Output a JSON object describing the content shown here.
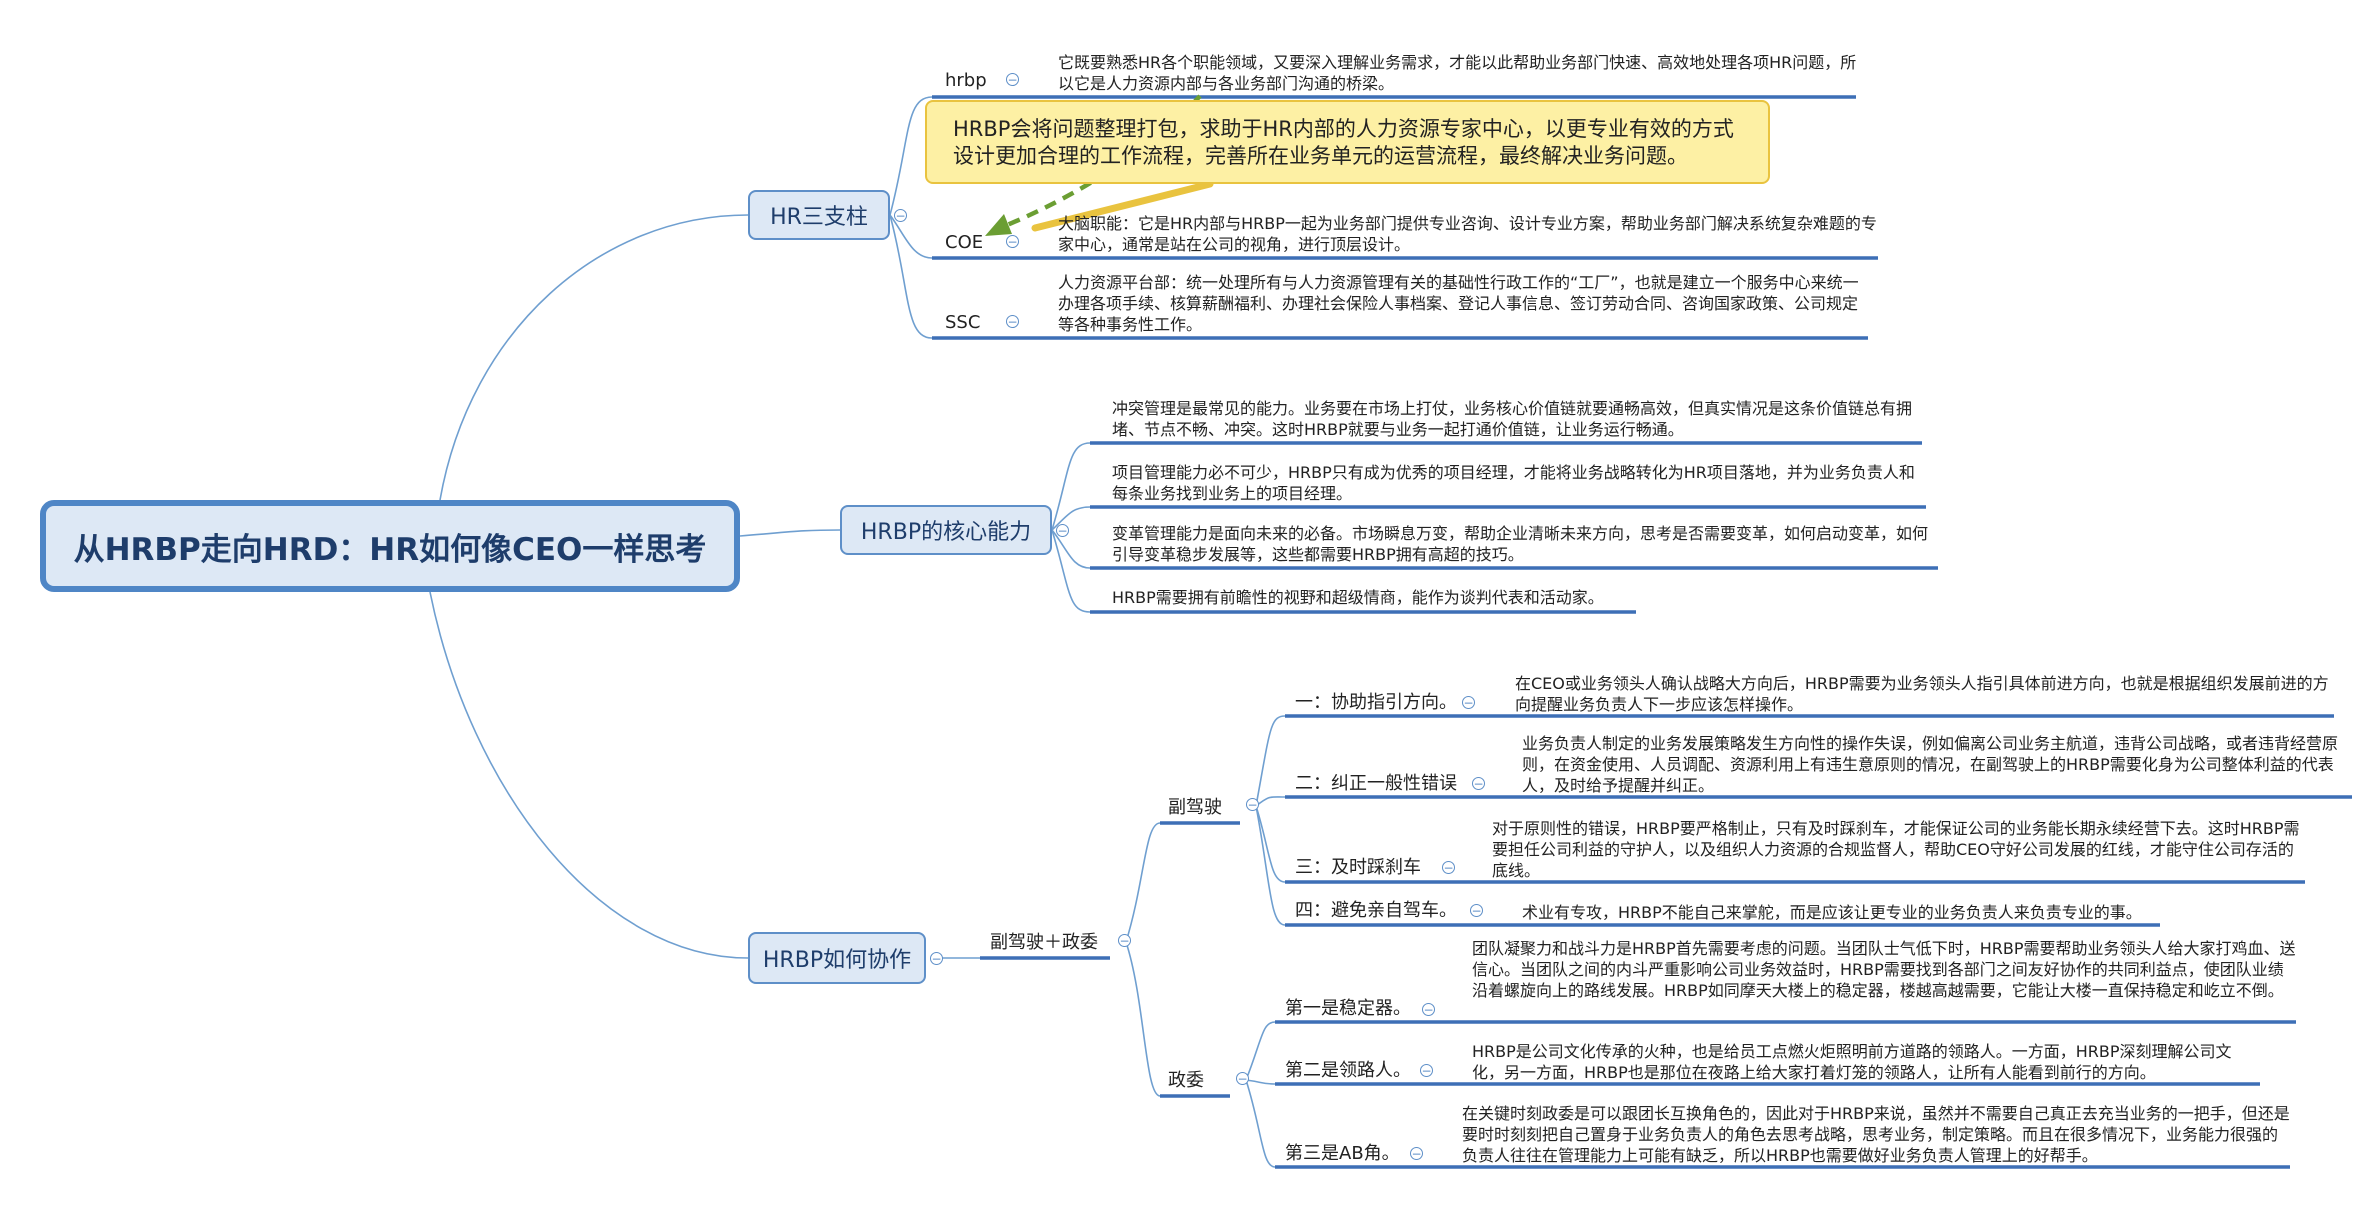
{
  "root": {
    "title": "从HRBP走向HRD：HR如何像CEO一样思考"
  },
  "branches": {
    "pillars": {
      "label": "HR三支柱",
      "hrbp": {
        "label": "hrbp",
        "desc": "它既要熟悉HR各个职能领域，又要深入理解业务需求，才能以此帮助业务部门快速、高效地处理各项HR问题，所以它是人力资源内部与各业务部门沟通的桥梁。"
      },
      "coe": {
        "label": "COE",
        "desc": "大脑职能：它是HR内部与HRBP一起为业务部门提供专业咨询、设计专业方案，帮助业务部门解决系统复杂难题的专家中心，通常是站在公司的视角，进行顶层设计。"
      },
      "ssc": {
        "label": "SSC",
        "desc": "人力资源平台部：统一处理所有与人力资源管理有关的基础性行政工作的“工厂”，也就是建立一个服务中心来统一办理各项手续、核算薪酬福利、办理社会保险人事档案、登记人事信息、签订劳动合同、咨询国家政策、公司规定等各种事务性工作。"
      },
      "note": "HRBP会将问题整理打包，求助于HR内部的人力资源专家中心，以更专业有效的方式设计更加合理的工作流程，完善所在业务单元的运营流程，最终解决业务问题。"
    },
    "core": {
      "label": "HRBP的核心能力",
      "items": [
        "冲突管理是最常见的能力。业务要在市场上打仗，业务核心价值链就要通畅高效，但真实情况是这条价值链总有拥堵、节点不畅、冲突。这时HRBP就要与业务一起打通价值链，让业务运行畅通。",
        "项目管理能力必不可少，HRBP只有成为优秀的项目经理，才能将业务战略转化为HR项目落地，并为业务负责人和每条业务找到业务上的项目经理。",
        "变革管理能力是面向未来的必备。市场瞬息万变，帮助企业清晰未来方向，思考是否需要变革，如何启动变革，如何引导变革稳步发展等，这些都需要HRBP拥有高超的技巧。",
        "HRBP需要拥有前瞻性的视野和超级情商，能作为谈判代表和活动家。"
      ]
    },
    "collab": {
      "label": "HRBP如何协作",
      "sub": {
        "label": "副驾驶＋政委",
        "copilot": {
          "label": "副驾驶",
          "items": [
            {
              "label": "一：协助指引方向。",
              "desc": "在CEO或业务领头人确认战略大方向后，HRBP需要为业务领头人指引具体前进方向，也就是根据组织发展前进的方向提醒业务负责人下一步应该怎样操作。"
            },
            {
              "label": "二：纠正一般性错误",
              "desc": "业务负责人制定的业务发展策略发生方向性的操作失误，例如偏离公司业务主航道，违背公司战略，或者违背经营原则，在资金使用、人员调配、资源利用上有违生意原则的情况，在副驾驶上的HRBP需要化身为公司整体利益的代表人，及时给予提醒并纠正。"
            },
            {
              "label": "三：及时踩刹车",
              "desc": "对于原则性的错误，HRBP要严格制止，只有及时踩刹车，才能保证公司的业务能长期永续经营下去。这时HRBP需要担任公司利益的守护人，以及组织人力资源的合规监督人，帮助CEO守好公司发展的红线，才能守住公司存活的底线。"
            },
            {
              "label": "四：避免亲自驾车。",
              "desc": "术业有专攻，HRBP不能自己来掌舵，而是应该让更专业的业务负责人来负责专业的事。"
            }
          ]
        },
        "commissar": {
          "label": "政委",
          "items": [
            {
              "label": "第一是稳定器。",
              "desc": "团队凝聚力和战斗力是HRBP首先需要考虑的问题。当团队士气低下时，HRBP需要帮助业务领头人给大家打鸡血、送信心。当团队之间的内斗严重影响公司业务效益时，HRBP需要找到各部门之间友好协作的共同利益点，使团队业绩沿着螺旋向上的路线发展。HRBP如同摩天大楼上的稳定器，楼越高越需要，它能让大楼一直保持稳定和屹立不倒。"
            },
            {
              "label": "第二是领路人。",
              "desc": "HRBP是公司文化传承的火种，也是给员工点燃火炬照明前方道路的领路人。一方面，HRBP深刻理解公司文化，另一方面，HRBP也是那位在夜路上给大家打着灯笼的领路人，让所有人能看到前行的方向。"
            },
            {
              "label": "第三是AB角。",
              "desc": "在关键时刻政委是可以跟团长互换角色的，因此对于HRBP来说，虽然并不需要自己真正去充当业务的一把手，但还是要时时刻刻把自己置身于业务负责人的角色去思考战略，思考业务，制定策略。而且在很多情况下，业务能力很强的负责人往往在管理能力上可能有缺乏，所以HRBP也需要做好业务负责人管理上的好帮手。"
            }
          ]
        }
      }
    }
  },
  "colors": {
    "root_fill": "#dde8f5",
    "root_border": "#4f86c6",
    "connector": "#6f9fd0",
    "underline": "#3d6fb6",
    "note_fill": "#fdf0a4",
    "note_border": "#e9c33f",
    "arrow": "#6b9e33"
  },
  "icons": {
    "toggle": "collapse-toggle-icon"
  }
}
